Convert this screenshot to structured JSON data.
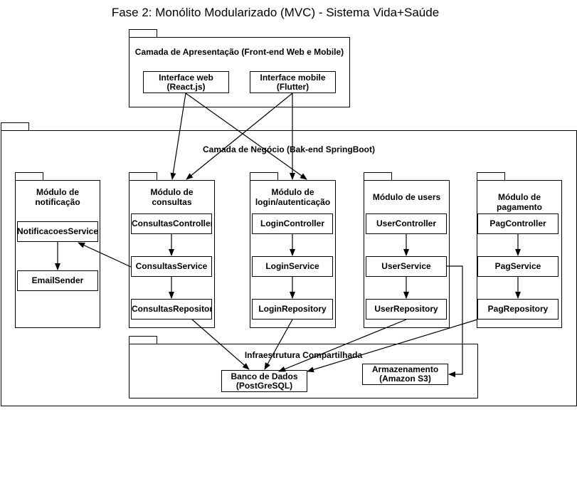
{
  "title": "Fase 2: Monólito Modularizado (MVC) - Sistema Vida+Saúde",
  "presentation": {
    "label": "Camada de Apresentação (Front-end Web e Mobile)",
    "web": {
      "line1": "Interface web",
      "line2": "(React.js)"
    },
    "mobile": {
      "line1": "Interface mobile",
      "line2": "(Flutter)"
    }
  },
  "business": {
    "label": "Camada de Negócio (Bak-end SpringBoot)",
    "modules": {
      "notificacao": {
        "label_line1": "Módulo de",
        "label_line2": "notificação",
        "items": [
          "NotificacoesService",
          "EmailSender"
        ]
      },
      "consultas": {
        "label_line1": "Módulo de",
        "label_line2": "consultas",
        "items": [
          "ConsultasController",
          "ConsultasService",
          "ConsultasRepository"
        ]
      },
      "login": {
        "label_line1": "Módulo de",
        "label_line2": "login/autenticação",
        "items": [
          "LoginController",
          "LoginService",
          "LoginRepository"
        ]
      },
      "users": {
        "label_line1": "Módulo de users",
        "label_line2": "",
        "items": [
          "UserController",
          "UserService",
          "UserRepository"
        ]
      },
      "pagamento": {
        "label_line1": "Módulo de",
        "label_line2": "pagamento",
        "items": [
          "PagController",
          "PagService",
          "PagRepository"
        ]
      }
    }
  },
  "infra": {
    "label": "Infraestrutura Compartilhada",
    "db": {
      "line1": "Banco de Dados",
      "line2": "(PostGreSQL)"
    },
    "storage": {
      "line1": "Armazenamento",
      "line2": "(Amazon S3)"
    }
  }
}
